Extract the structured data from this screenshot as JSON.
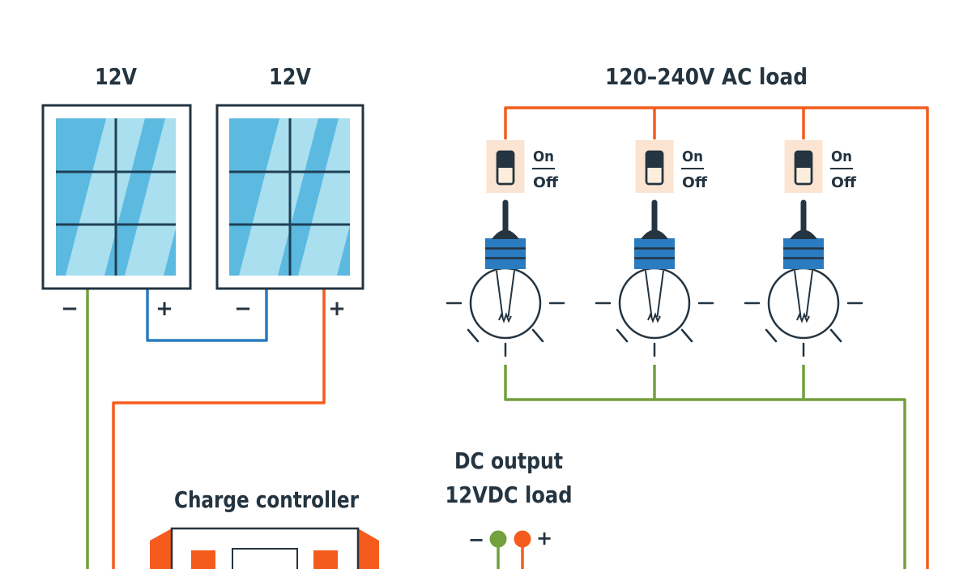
{
  "colors": {
    "navy": "#243440",
    "orange": "#F55B1D",
    "green": "#72A03C",
    "blue": "#2B7BC0",
    "panel_blue": "#5CB9E0",
    "panel_light": "#A9DFEF",
    "grid": "#1F4056",
    "plate": "#FBE4D2",
    "cream": "#FDEDDD"
  },
  "solar_array": {
    "panels": [
      {
        "label": "12V",
        "neg": "−",
        "pos": "+"
      },
      {
        "label": "12V",
        "neg": "−",
        "pos": "+"
      }
    ]
  },
  "ac_load": {
    "title": "120–240V AC load",
    "switches": [
      {
        "on": "On",
        "off": "Off"
      },
      {
        "on": "On",
        "off": "Off"
      },
      {
        "on": "On",
        "off": "Off"
      }
    ]
  },
  "charge_controller": {
    "label": "Charge controller"
  },
  "dc_output": {
    "title_line1": "DC output",
    "title_line2": "12VDC load",
    "neg": "−",
    "pos": "+"
  }
}
